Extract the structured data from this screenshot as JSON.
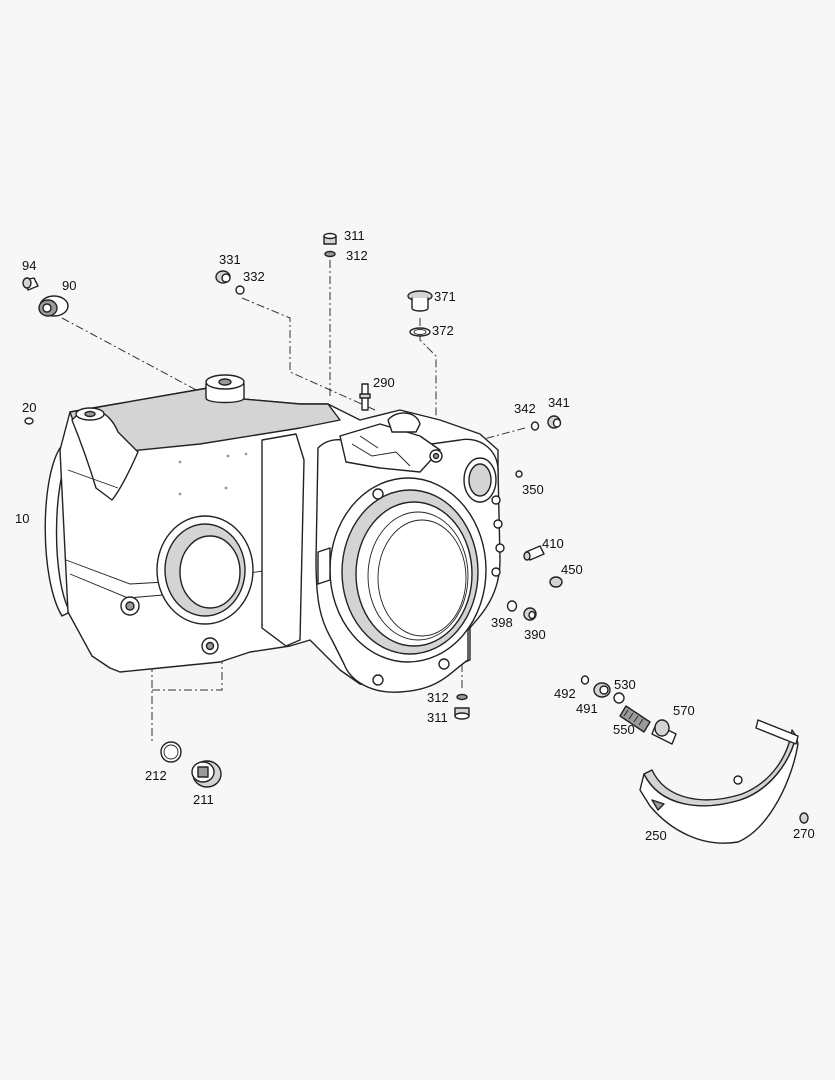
{
  "labels": {
    "p94": "94",
    "p90": "90",
    "p20": "20",
    "p10": "10",
    "p331": "331",
    "p332": "332",
    "p311_top": "311",
    "p312_top": "312",
    "p371": "371",
    "p372": "372",
    "p290": "290",
    "p342": "342",
    "p341": "341",
    "p350": "350",
    "p410": "410",
    "p450": "450",
    "p398": "398",
    "p390": "390",
    "p312_bot": "312",
    "p311_bot": "311",
    "p492": "492",
    "p491": "491",
    "p530": "530",
    "p550": "550",
    "p570": "570",
    "p250": "250",
    "p270": "270",
    "p212": "212",
    "p211": "211"
  }
}
